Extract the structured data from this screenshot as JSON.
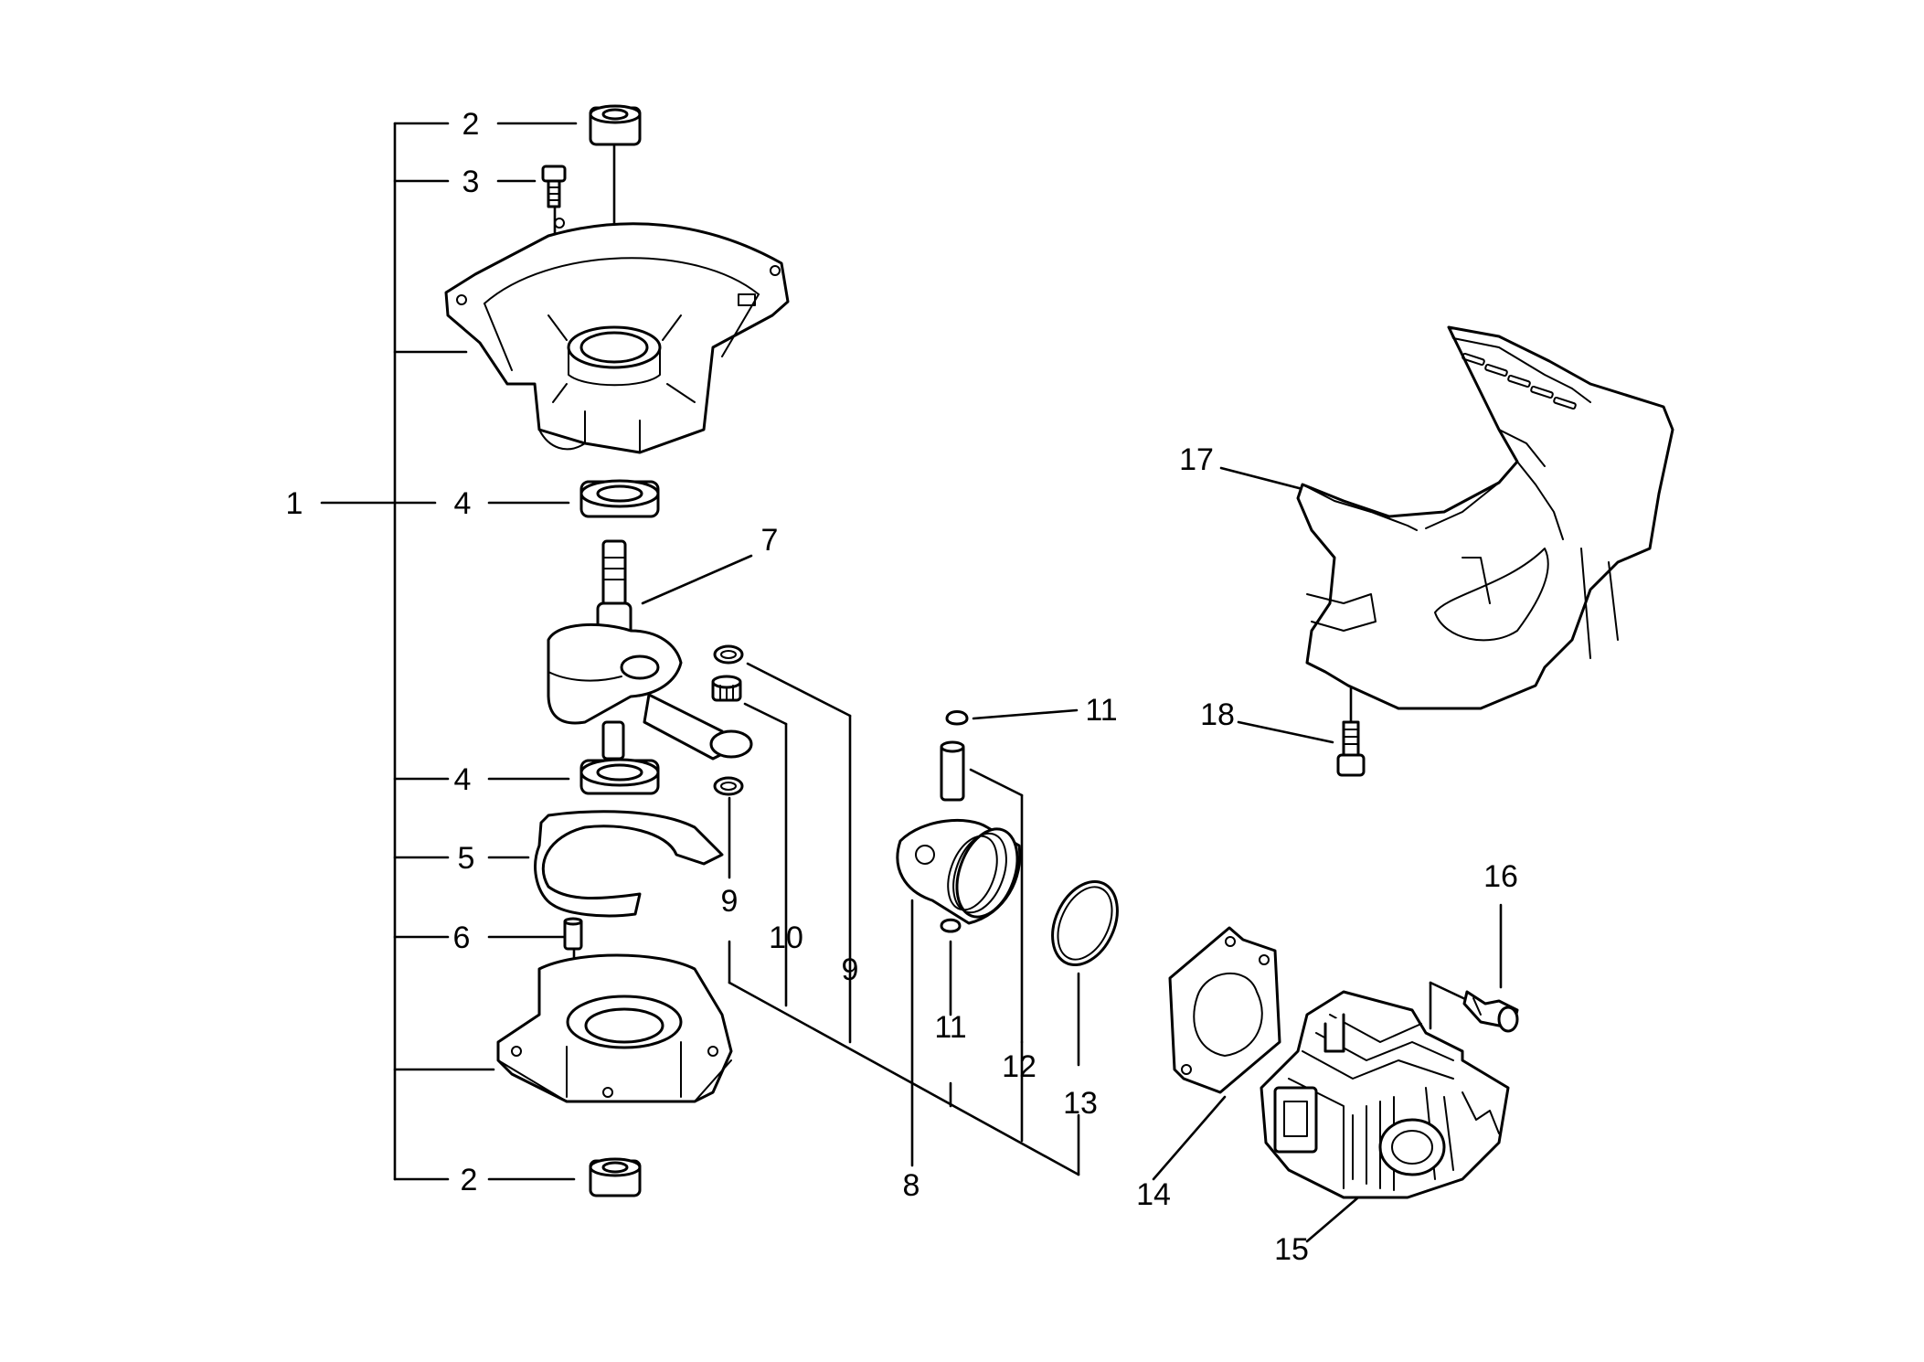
{
  "callouts": [
    {
      "id": "c1",
      "text": "1"
    },
    {
      "id": "c2a",
      "text": "2"
    },
    {
      "id": "c3",
      "text": "3"
    },
    {
      "id": "c4a",
      "text": "4"
    },
    {
      "id": "c7",
      "text": "7"
    },
    {
      "id": "c4b",
      "text": "4"
    },
    {
      "id": "c5",
      "text": "5"
    },
    {
      "id": "c6",
      "text": "6"
    },
    {
      "id": "c2b",
      "text": "2"
    },
    {
      "id": "c9a",
      "text": "9"
    },
    {
      "id": "c10",
      "text": "10"
    },
    {
      "id": "c9b",
      "text": "9"
    },
    {
      "id": "c11a",
      "text": "11"
    },
    {
      "id": "c11b",
      "text": "11"
    },
    {
      "id": "c12",
      "text": "12"
    },
    {
      "id": "c13",
      "text": "13"
    },
    {
      "id": "c8",
      "text": "8"
    },
    {
      "id": "c14",
      "text": "14"
    },
    {
      "id": "c15",
      "text": "15"
    },
    {
      "id": "c16",
      "text": "16"
    },
    {
      "id": "c17",
      "text": "17"
    },
    {
      "id": "c18",
      "text": "18"
    }
  ]
}
